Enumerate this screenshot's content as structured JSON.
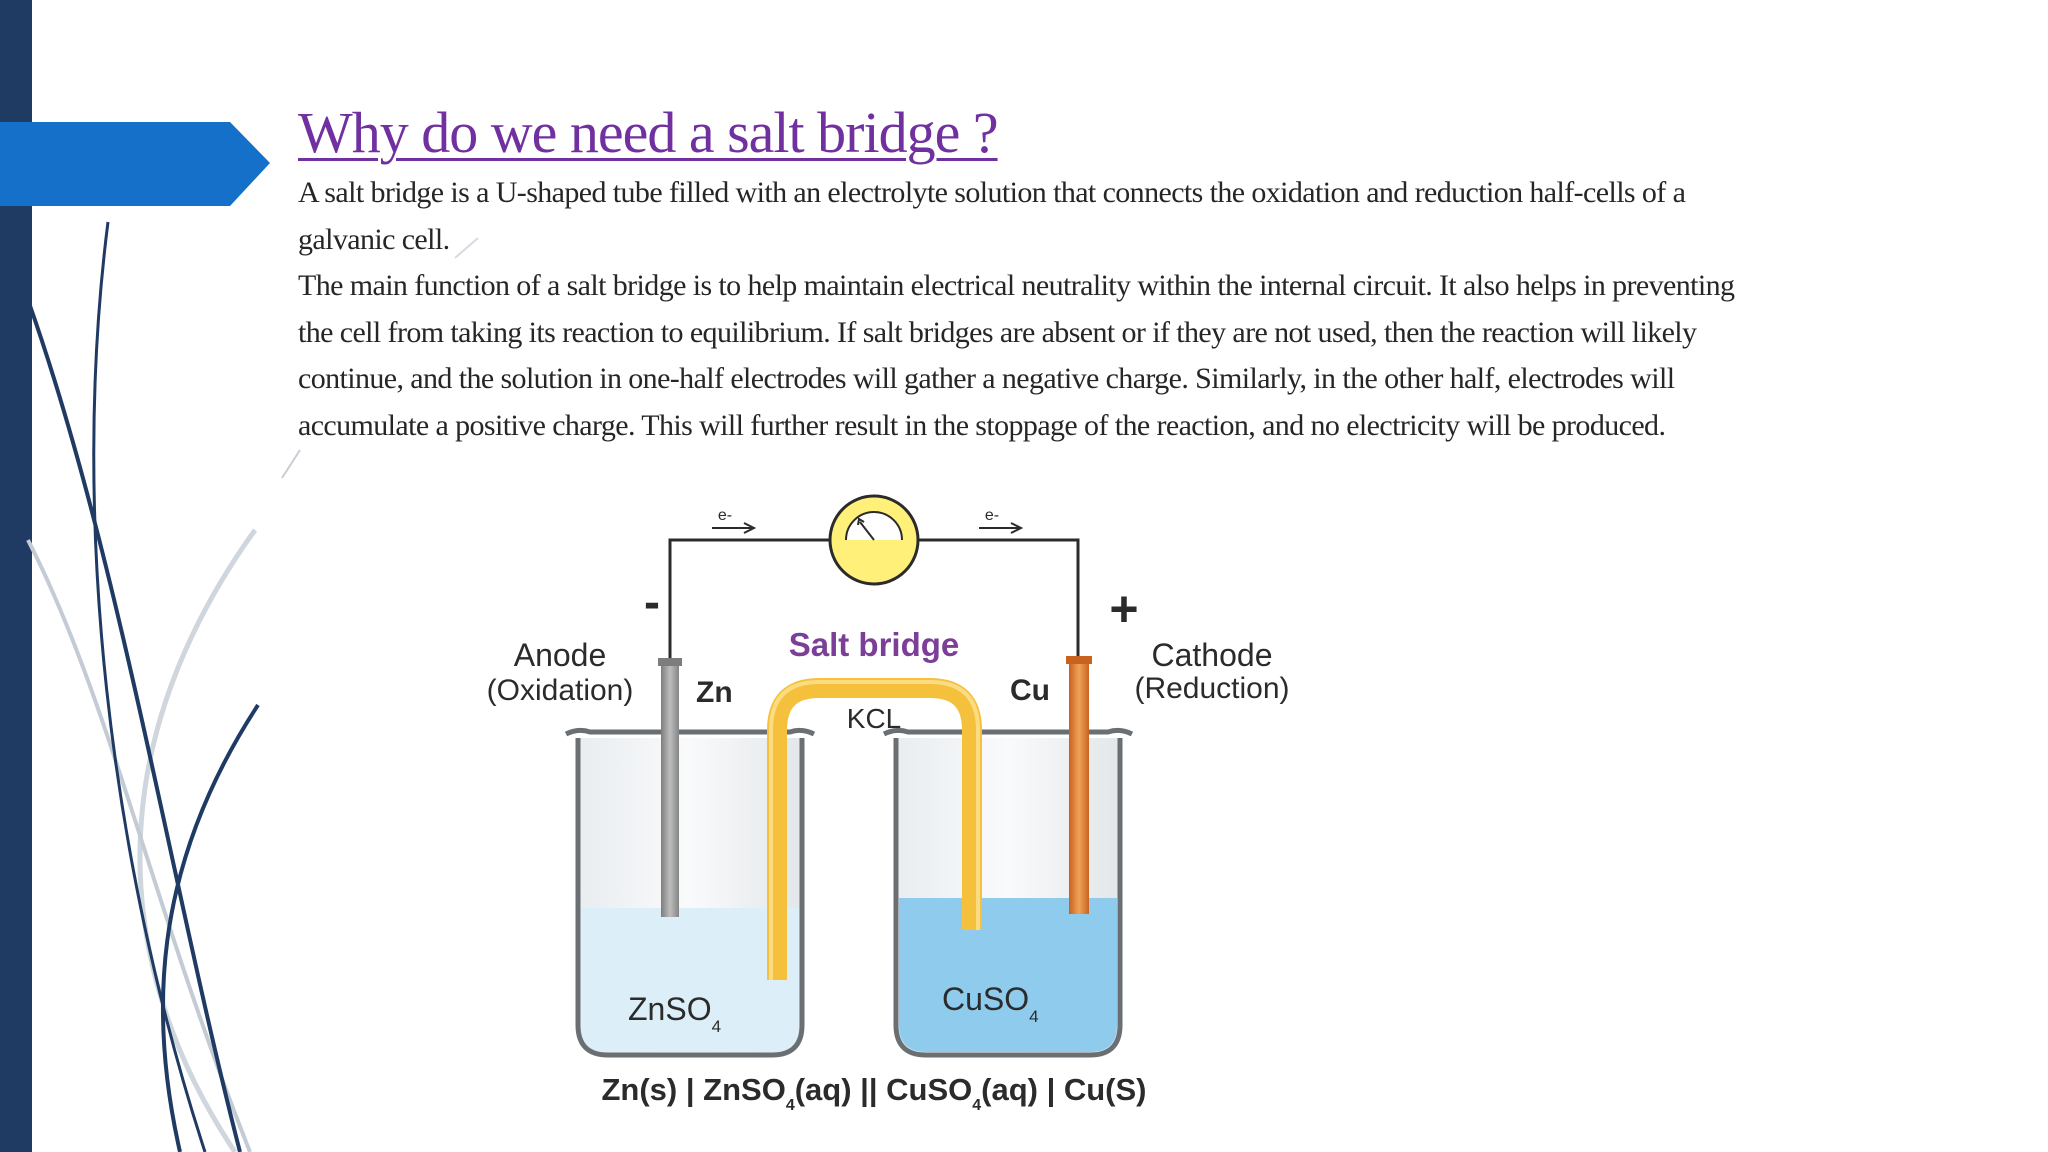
{
  "slide": {
    "title": "Why do we need a salt bridge ?",
    "paragraphs": [
      "A salt bridge is a U-shaped tube filled with an electrolyte solution that connects the oxidation and reduction half-cells of a galvanic cell.",
      "The main function of a salt bridge is to help maintain electrical neutrality within the internal circuit. It also helps in preventing the cell from taking its reaction to equilibrium. If salt bridges are absent or if they are not used, then the reaction will likely continue, and the solution in one-half electrodes will gather a negative charge. Similarly, in the other half, electrodes will accumulate a positive charge. This will further result in the stoppage of the reaction, and no electricity will be produced."
    ]
  },
  "diagram": {
    "electron_left": "e-",
    "electron_right": "e-",
    "minus_sign": "-",
    "plus_sign": "+",
    "anode_title": "Anode",
    "anode_sub": "(Oxidation)",
    "zn_label": "Zn",
    "salt_bridge_label": "Salt bridge",
    "kcl_label": "KCL",
    "cu_label": "Cu",
    "cathode_title": "Cathode",
    "cathode_sub": "(Reduction)",
    "left_solution": {
      "base": "ZnSO",
      "sub": "4"
    },
    "right_solution": {
      "base": "CuSO",
      "sub": "4"
    },
    "cell_notation": {
      "part1": "Zn(s) |  ZnSO",
      "sub1": "4",
      "part2": "(aq) || CuSO",
      "sub2": "4",
      "part3": "(aq) | Cu(S)"
    }
  },
  "colors": {
    "title": "#7030a0",
    "accent_bar": "#1f3b63",
    "arrow_tab": "#1470c8",
    "salt_bridge_text": "#7b3f98",
    "salt_bridge_tube": "#f5c13d",
    "zn_electrode": "#9a9a9a",
    "cu_electrode": "#e07b2e",
    "znso4_solution": "#dceef8",
    "cuso4_solution": "#8ecbec",
    "galvanometer": "#fff07a"
  }
}
